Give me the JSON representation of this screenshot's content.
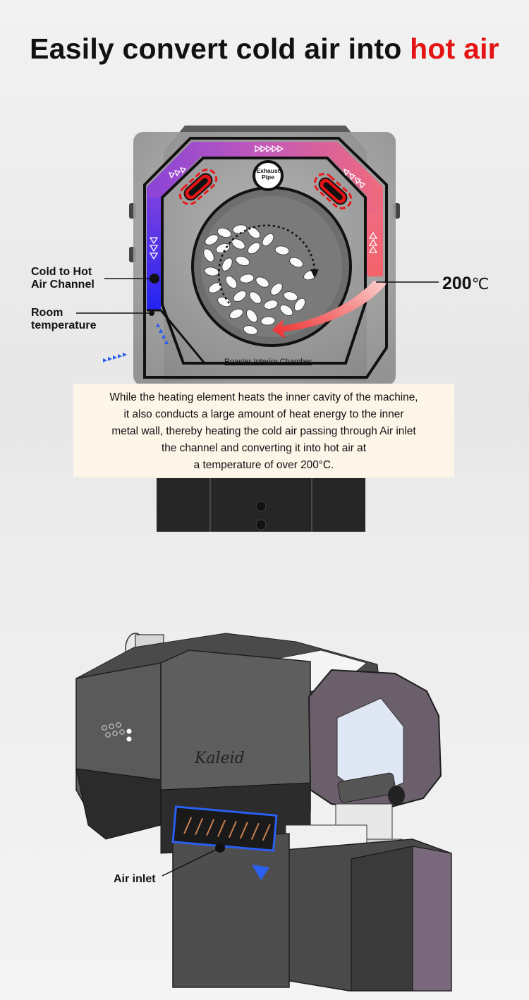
{
  "title": {
    "prefix": "Easily convert cold air into ",
    "highlight": "hot air"
  },
  "diagram": {
    "exhaust_pipe_label": "Exhaust\nPipe",
    "chamber_label": "Roaster Interior Chamber",
    "callouts": {
      "channel_line1": "Cold to Hot",
      "channel_line2": "Air Channel",
      "room_line1": "Room",
      "room_line2": "temperature",
      "temperature_value": "200",
      "temperature_unit": "℃"
    },
    "colors": {
      "hot": "#e41414",
      "cold": "#2b3bf0",
      "channel_gradient_top": "#b44cc8"
    }
  },
  "info_text": [
    "While the heating element heats the inner cavity of the machine,",
    "it also conducts a large amount of heat energy to the inner",
    "metal wall, thereby heating the cold air passing through Air inlet",
    "the channel and converting it into hot air at",
    "a temperature of over 200°C."
  ],
  "machine": {
    "brand_logo": "Kaleid",
    "air_inlet_label": "Air inlet"
  }
}
